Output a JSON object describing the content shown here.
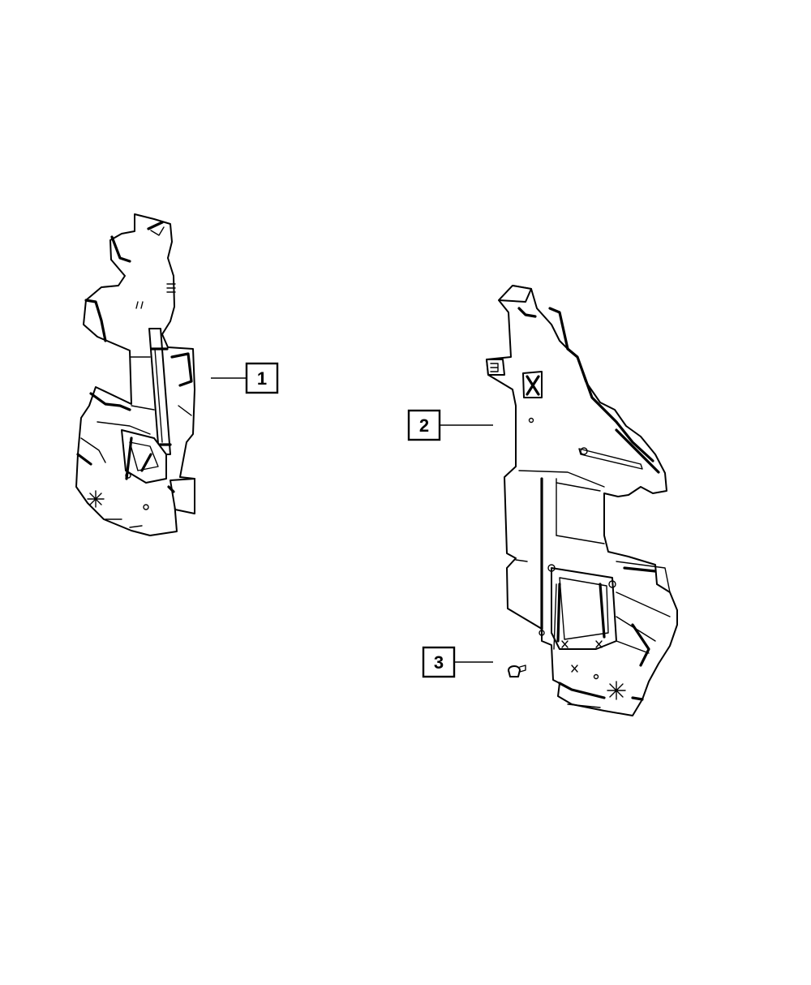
{
  "callouts": [
    {
      "number": "1"
    },
    {
      "number": "2"
    },
    {
      "number": "3"
    }
  ]
}
